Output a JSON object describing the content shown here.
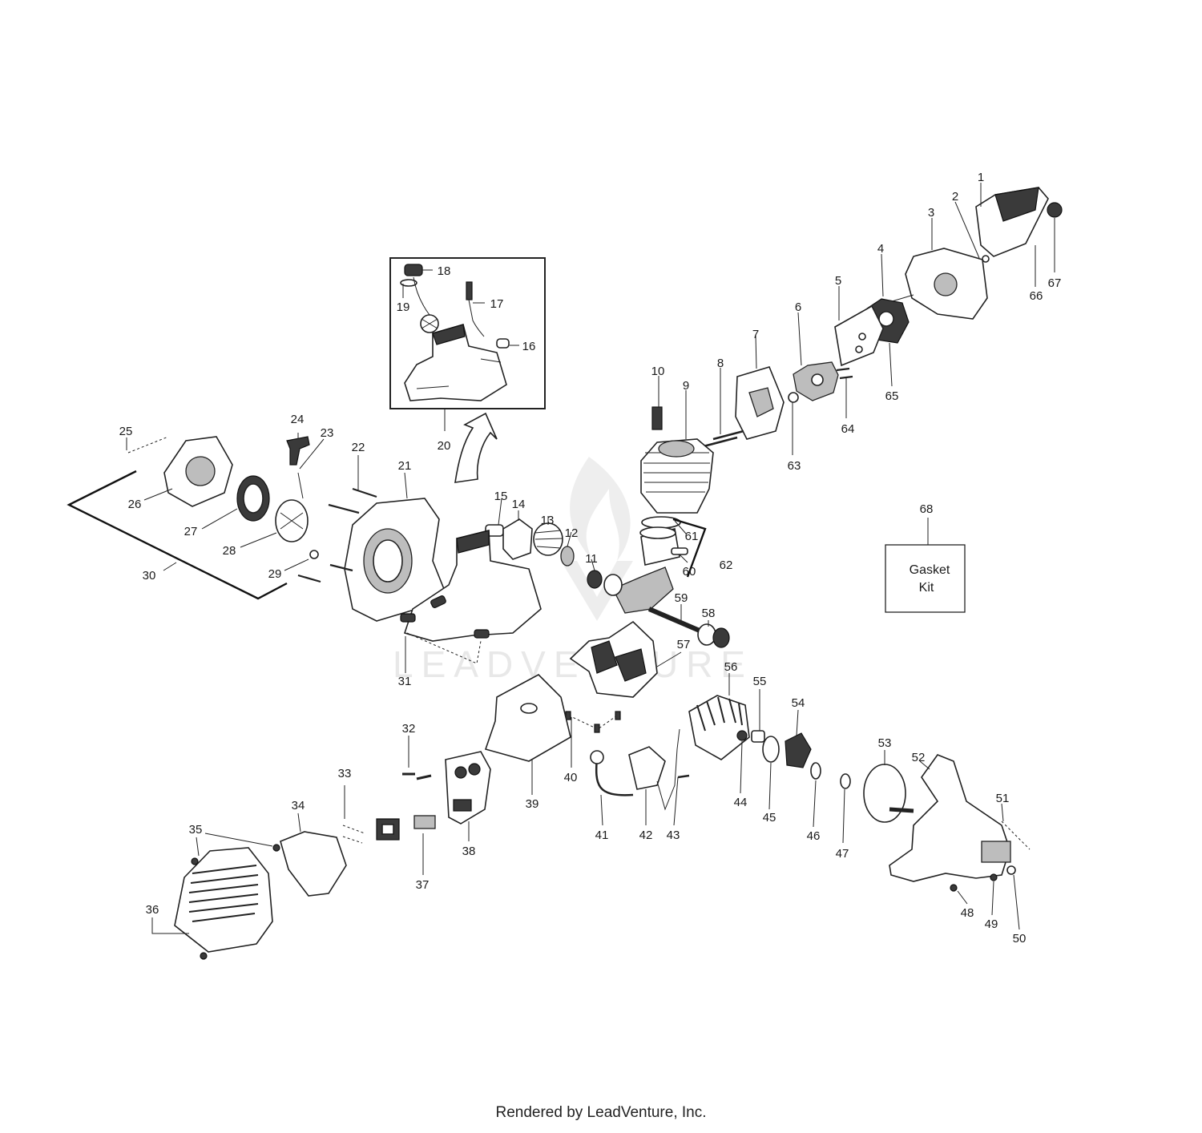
{
  "watermark": "LEADVENTURE",
  "footer": "Rendered by LeadVenture, Inc.",
  "gasket_kit": {
    "line1": "Gasket",
    "line2": "Kit"
  },
  "callouts": [
    "1",
    "2",
    "3",
    "4",
    "5",
    "6",
    "7",
    "8",
    "9",
    "10",
    "11",
    "12",
    "13",
    "14",
    "15",
    "16",
    "17",
    "18",
    "19",
    "20",
    "21",
    "22",
    "23",
    "24",
    "25",
    "26",
    "27",
    "28",
    "29",
    "30",
    "31",
    "32",
    "33",
    "34",
    "35",
    "36",
    "37",
    "38",
    "39",
    "40",
    "41",
    "42",
    "43",
    "44",
    "45",
    "46",
    "47",
    "48",
    "49",
    "50",
    "51",
    "52",
    "53",
    "54",
    "55",
    "56",
    "57",
    "58",
    "59",
    "60",
    "61",
    "62",
    "63",
    "64",
    "65",
    "66",
    "67",
    "68"
  ]
}
